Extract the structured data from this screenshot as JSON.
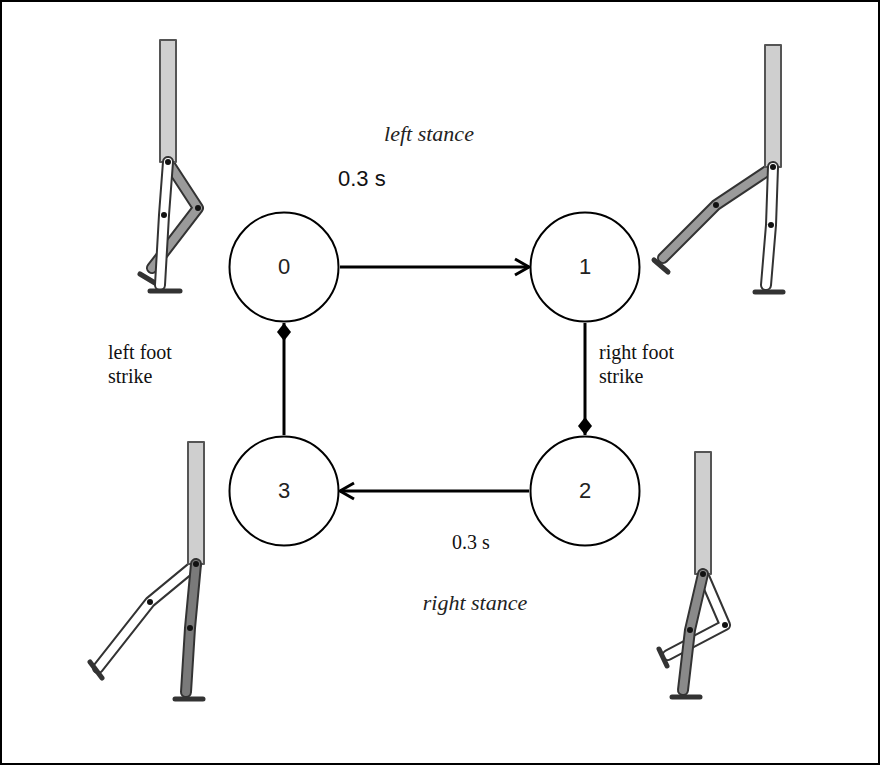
{
  "diagram": {
    "nodes": [
      {
        "text": [
          "left stance"
        ]
      },
      {
        "text": [
          "0"
        ],
        "in": 0
      },
      {
        "text": [
          "1"
        ],
        "in": 0
      },
      {
        "text": [
          "right stance"
        ]
      },
      {
        "text": [
          "2"
        ],
        "in": 3
      },
      {
        "text": [
          "3"
        ],
        "in": 3
      }
    ],
    "edges": [
      {
        "from": 1,
        "to": 2,
        "arrow": "to",
        "label": "0.3 s"
      },
      {
        "from": 2,
        "to": 4,
        "arrow": "to",
        "label": "right foot strike"
      },
      {
        "from": 4,
        "to": 5,
        "arrow": "to",
        "label": "0.3 s"
      },
      {
        "from": 5,
        "to": 1,
        "arrow": "to",
        "label": "left foot strike"
      }
    ]
  }
}
